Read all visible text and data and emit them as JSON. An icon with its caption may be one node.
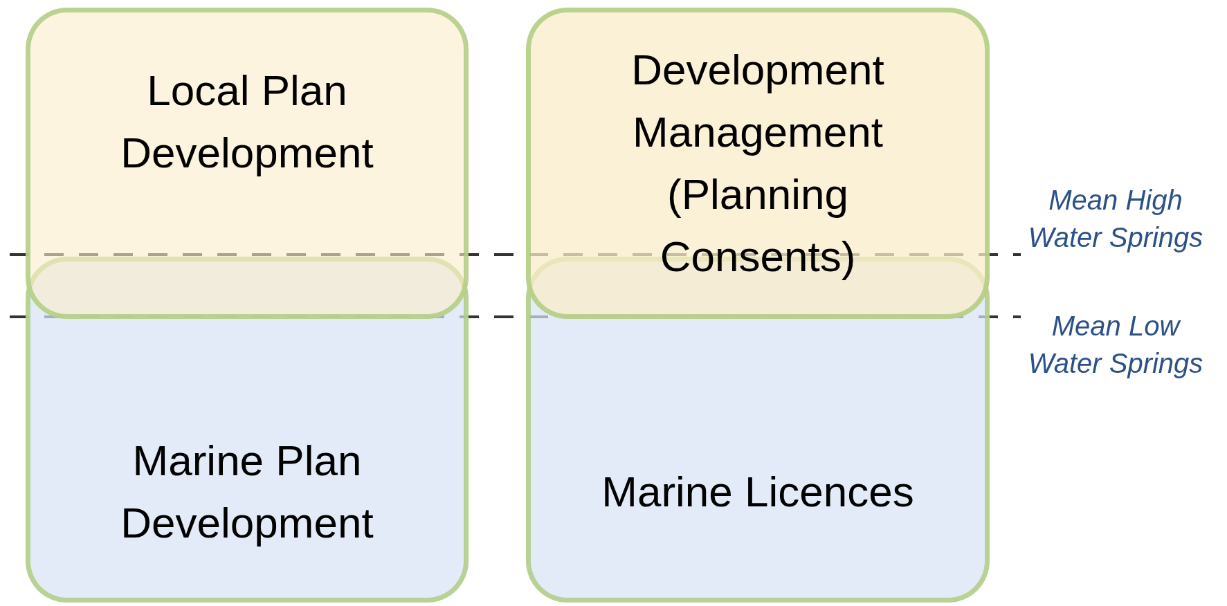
{
  "diagram": {
    "nodes": [
      {
        "text": [
          "Local Plan Development"
        ]
      },
      {
        "text": [
          "Development Management (Planning Consents)"
        ]
      },
      {
        "text": [
          "Marine Plan Development"
        ]
      },
      {
        "text": [
          "Marine Licences"
        ]
      }
    ],
    "edges": [],
    "labels": [
      "Mean High Water Springs",
      "Mean Low Water Springs"
    ]
  }
}
